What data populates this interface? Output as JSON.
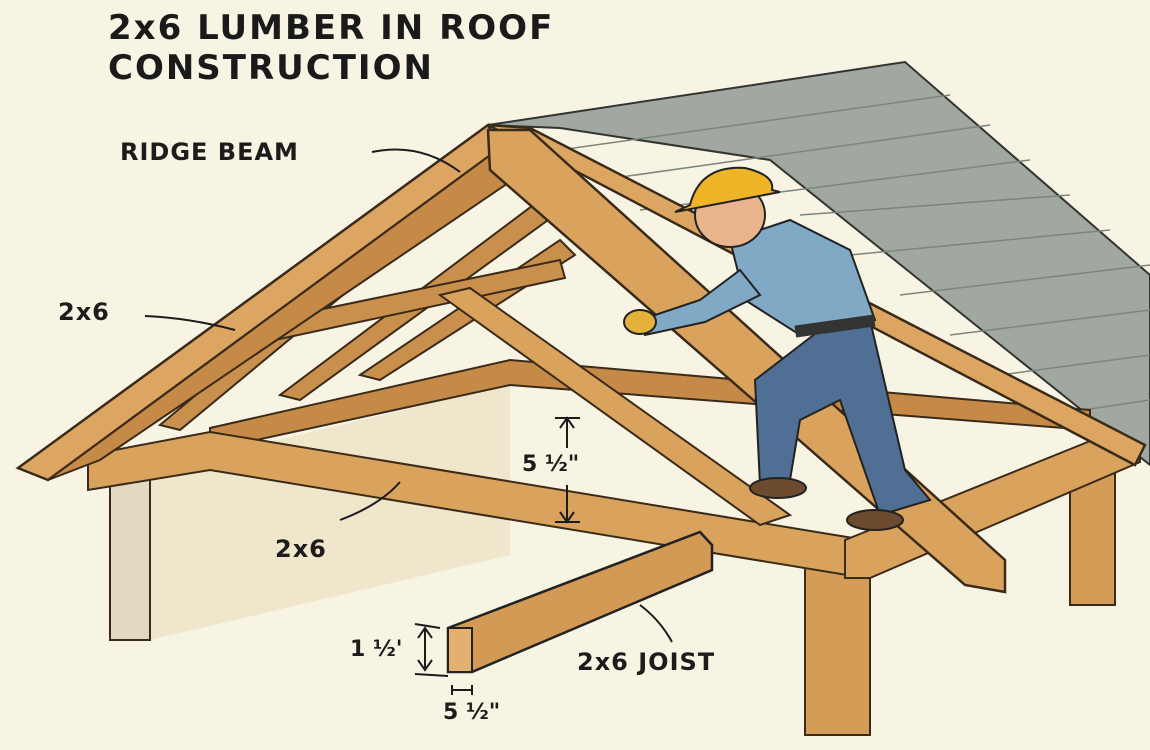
{
  "title": {
    "line1": "2x6 LUMBER IN ROOF",
    "line2": "CONSTRUCTION"
  },
  "labels": {
    "ridge_beam": "RIDGE BEAM",
    "rafter": "2x6",
    "ceiling_beam": "2x6",
    "depth_dimension": "5 ½\"",
    "thickness_dimension": "1 ½'",
    "width_dimension": "5 ½\"",
    "joist": "2x6 JOIST"
  },
  "colors": {
    "background": "#f8f4e4",
    "wood": "#d9a35e",
    "wood_dark": "#b5793a",
    "shingle": "#a0a89f",
    "helmet": "#f0b429",
    "shirt": "#7fa9c4",
    "jeans": "#4f6f94"
  }
}
